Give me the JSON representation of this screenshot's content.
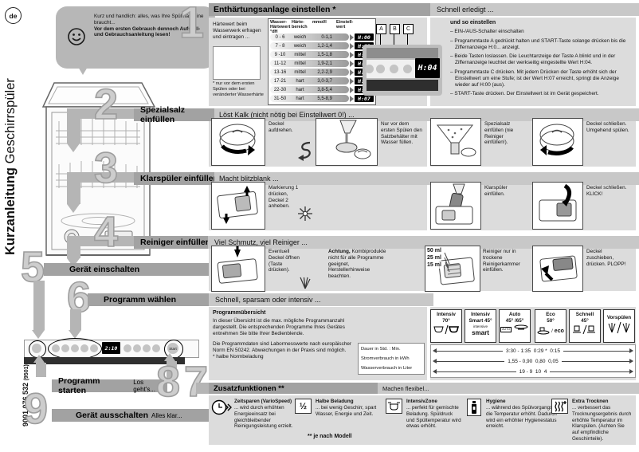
{
  "colors": {
    "header_dark": "#a2a2a2",
    "header_light": "#c8c8c8",
    "section_bg": "#dcdcdc",
    "display_bg": "#000000",
    "display_text": "#ffffff"
  },
  "meta": {
    "lang": "de",
    "title_bold": "Kurzanleitung",
    "title_light": "Geschirrspüler",
    "doc_no_bold": "9001 076 532",
    "doc_no_rest": "(9501) 640B MV"
  },
  "bubble": {
    "text": "Kurz und handlich: alles, was Ihre Spülmaschine braucht...",
    "text_bold": "Vor dem ersten Gebrauch dennoch Aufstell- und Gebrauchsanleitung lesen!"
  },
  "nums": {
    "n1": "1",
    "n2": "2",
    "n3": "3",
    "n4": "4",
    "n5": "5",
    "n6": "6",
    "n7": "7",
    "n8": "8",
    "n9": "9"
  },
  "section1": {
    "title": "Enthärtungsanlage einstellen *",
    "subtitle": "Schnell erledigt ...",
    "note": "Härtewert beim Wasserwerk erfragen und eintragen ...",
    "footnote": "* nur vor dem ersten Spülen oder bei veränderter Wasserhärte",
    "table": {
      "h1": "Wasser-Härtewert °dH",
      "h2": "Härte-bereich",
      "h3": "mmol/l",
      "h4": "Einstell-wert",
      "rows": [
        {
          "dh": "0 - 6",
          "hb": "weich",
          "mmol": "0-1,1",
          "ew": "H:00"
        },
        {
          "dh": "7 - 8",
          "hb": "weich",
          "mmol": "1,2-1,4",
          "ew": "H:01"
        },
        {
          "dh": "9 -10",
          "hb": "mittel",
          "mmol": "1,5-1,8",
          "ew": "H:02"
        },
        {
          "dh": "11-12",
          "hb": "mittel",
          "mmol": "1,9-2,1",
          "ew": "H:03"
        },
        {
          "dh": "13-16",
          "hb": "mittel",
          "mmol": "2,2-2,9",
          "ew": "H:04"
        },
        {
          "dh": "17-21",
          "hb": "hart",
          "mmol": "3,0-3,7",
          "ew": "H:05"
        },
        {
          "dh": "22-30",
          "hb": "hart",
          "mmol": "3,8-5,4",
          "ew": "H:06"
        },
        {
          "dh": "31-50",
          "hb": "hart",
          "mmol": "5,5-8,9",
          "ew": "H:07"
        }
      ]
    },
    "abc": [
      "A",
      "B",
      "C"
    ],
    "display": "H:04",
    "how_title": "und so einstellen",
    "bullets": [
      "– EIN-/AUS-Schalter einschalten",
      "– Programmtaste A gedrückt halten und START-Taste solange drücken bis die Ziffernanzeige H:0... anzeigt.",
      "– Beide Tasten loslassen. Die Leuchtanzeige der Taste A blinkt und in der Ziffernanzeige leuchtet der werkseitig eingestellte Wert H:04.",
      "– Programmtaste C drücken. Mit jedem Drücken der Taste erhöht sich der Einstellwert um eine Stufe; ist der Wert H:07 erreicht, springt die Anzeige wieder auf H:00 (aus).",
      "– START-Taste drücken. Der Einstellwert ist im Gerät gespeichert."
    ]
  },
  "section2": {
    "title": "Spezialsalz einfüllen",
    "subtitle": "Löst Kalk (nicht nötig bei Einstellwert 0!) ...",
    "cap1": "Deckel aufdrehen.",
    "cap2": "Nur vor dem ersten Spülen den Salzbehälter mit Wasser füllen.",
    "cap3": "Spezialsalz einfüllen (nie Reiniger einfüllen!).",
    "cap4": "Deckel schließen. Umgehend spülen."
  },
  "section3": {
    "title": "Klarspüler einfüllen",
    "subtitle": "Macht blitzblank ...",
    "cap1": "Markierung 1 drücken, Deckel 2 anheben.",
    "cap2": "Klarspüler einfüllen.",
    "cap3": "Deckel schließen. KLICK!"
  },
  "section4": {
    "title": "Reiniger einfüllen",
    "subtitle": "Viel Schmutz, viel Reiniger ...",
    "cap1": "Eventuell Deckel öffnen (Taste drücken).",
    "warn_title": "Achtung,",
    "warn_body": "Kombiprodukte nicht für alle Programme geeignet, Herstellerhinweise beachten.",
    "ml1": "50 ml",
    "ml2": "25 ml",
    "ml3": "15 ml",
    "cap2": "Reiniger nur in trockene Reinigerkammer einfüllen.",
    "cap3": "Deckel zuschieben, drücken. PLOPP!"
  },
  "steps": {
    "s5": "Gerät einschalten",
    "s6": "Programm wählen",
    "s6_sub": "Schnell, sparsam oder intensiv ...",
    "s8": "Programm starten",
    "s8_sub": "Los geht's...",
    "s9": "Gerät ausschalten",
    "s9_sub": "Alles klar..."
  },
  "panel": {
    "display": "2:10",
    "start": "Start"
  },
  "programs": {
    "overview_title": "Programmübersicht",
    "p1": "In dieser Übersicht ist die max. mögliche Programmanzahl dargestellt. Die entsprechenden Programme Ihres Gerätes entnehmen Sie bitte Ihrer Bedienblende.",
    "p2": "Die Programmdaten sind Labormesswerte nach europäischer Norm EN 50242. Abweichungen in der Praxis sind möglich.",
    "p3": "* halbe Normbeladung",
    "items": [
      {
        "l1": "Intensiv",
        "l2": "70°"
      },
      {
        "l1": "Intensiv",
        "l2": "Smart 45°",
        "l3": "intensive",
        "l4": "smart"
      },
      {
        "l1": "Auto",
        "l2": "45° /65°",
        "icon_label": "AUTO"
      },
      {
        "l1": "Eco",
        "l2": "50°",
        "icon_label": "eco"
      },
      {
        "l1": "Schnell",
        "l2": "45°"
      },
      {
        "l1": "Vorspülen"
      }
    ],
    "rows": [
      {
        "label": "Dauer in Std. : Min.",
        "value": "3:30 - 1:35  0:29 *  0:15"
      },
      {
        "label": "Stromverbrauch in kWh",
        "value": "1,55 - 0,90  0,80  0,05"
      },
      {
        "label": "Wasserverbrauch in Liter",
        "value": "19 - 9  10  4"
      }
    ]
  },
  "extras": {
    "title": "Zusatzfunktionen **",
    "tagline": "Machen flexibel...",
    "features": [
      {
        "name": "Zeitsparen (VarioSpeed)",
        "body": "... wird durch erhöhten Energieeinsatz bei gleichbleibender Reinigungsleistung erzielt."
      },
      {
        "name": "Halbe Beladung",
        "icon_label": "½",
        "body": "... bei wenig Geschirr, spart Wasser, Energie und Zeit."
      },
      {
        "name": "IntensivZone",
        "body": "... perfekt für gemischte Beladung. Spüldruck und Spültemperatur wird etwas erhöht."
      },
      {
        "name": "Hygiene",
        "body": "... während des Spülvorgangs wird die Temperatur erhöht. Dadurch wird ein erhöhter Hygienestatus erreicht."
      },
      {
        "name": "Extra Trocknen",
        "body": "... verbessert das Trocknungsergebnis durch erhöhte Temperatur im Klarspülen. (Achten Sie auf empfindliche Geschirrteile)."
      }
    ],
    "footnote": "** je nach Modell"
  }
}
